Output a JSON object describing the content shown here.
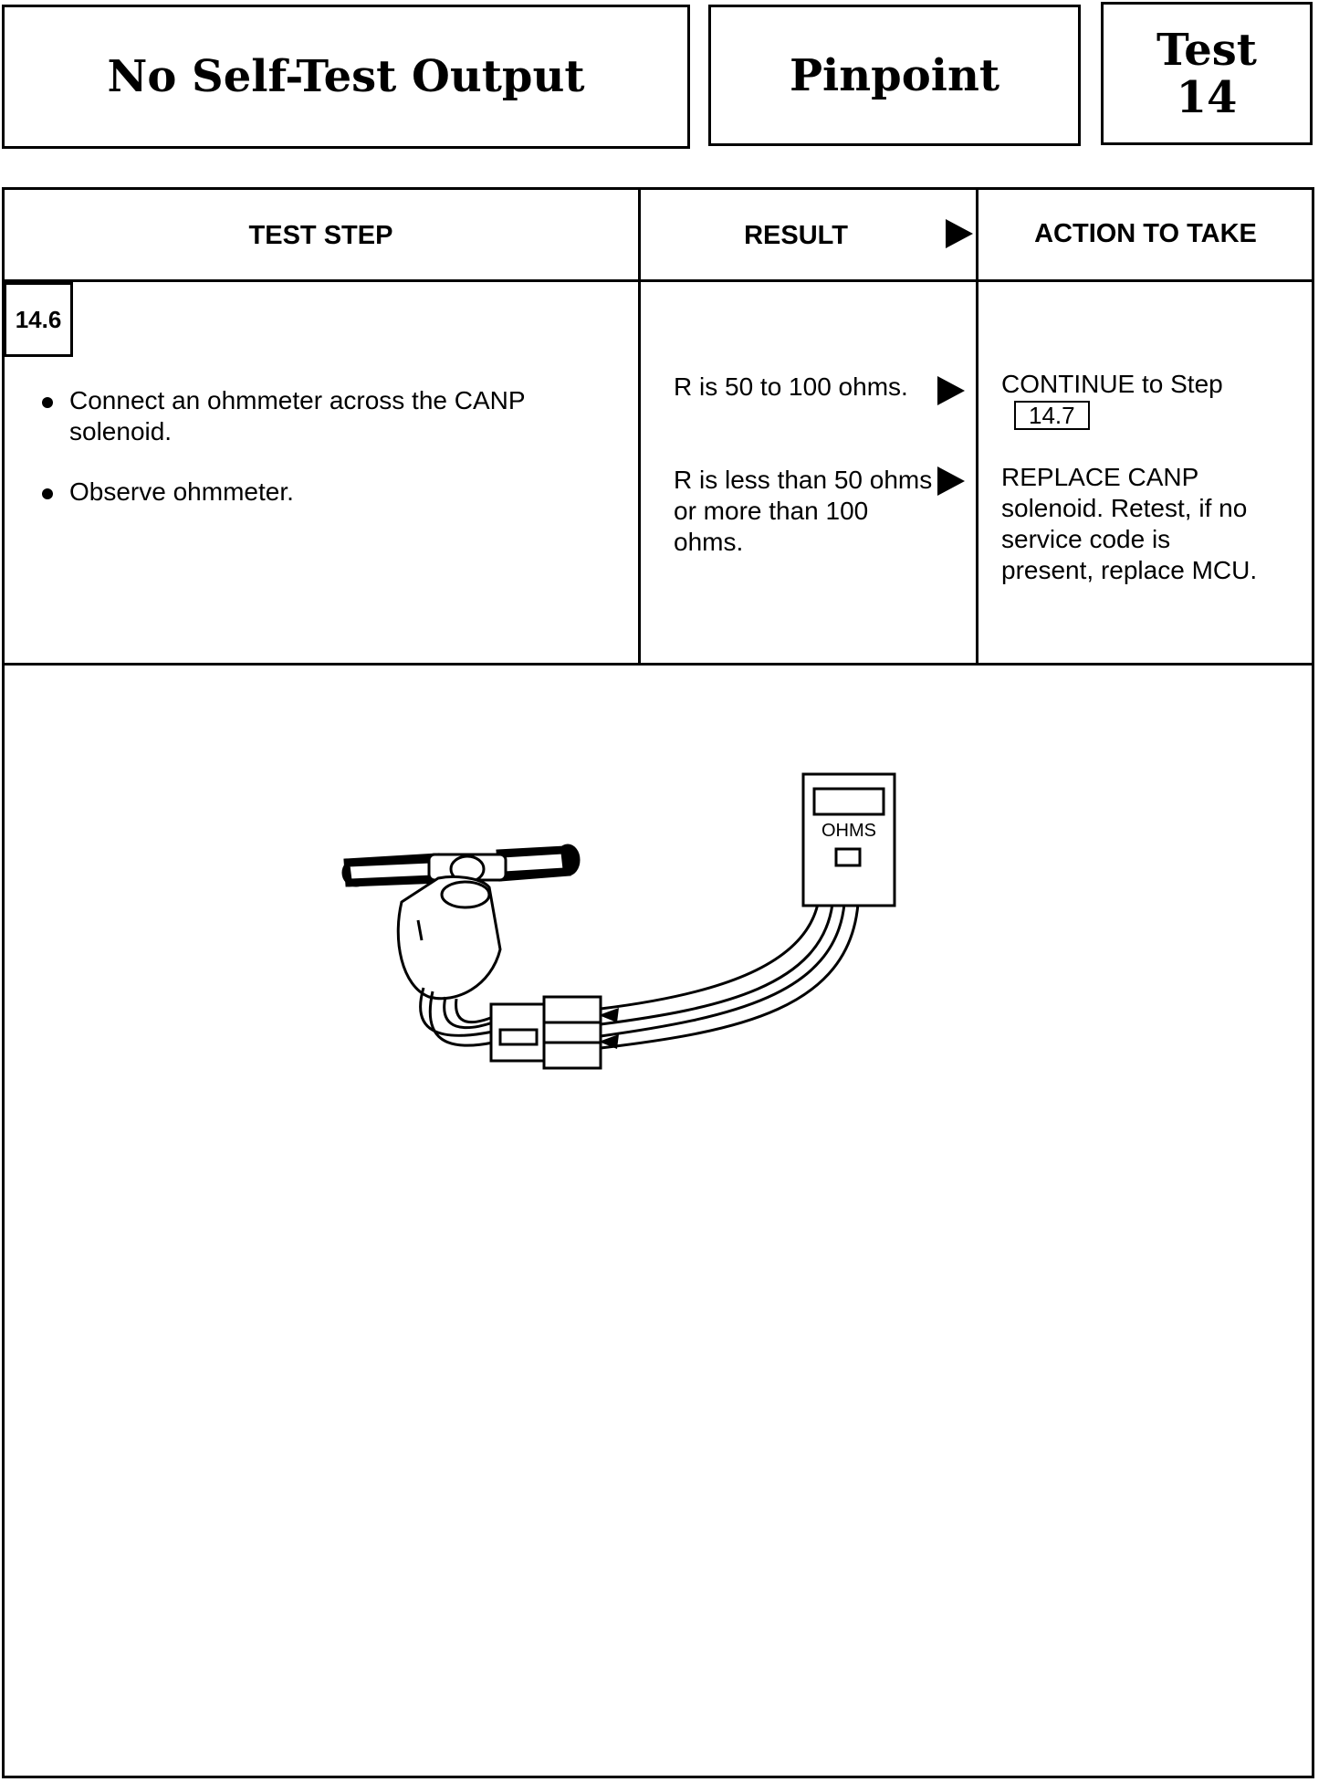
{
  "header": {
    "title": "No Self-Test Output",
    "section": "Pinpoint",
    "test_label": "Test",
    "test_number": "14"
  },
  "table": {
    "col_test_step": "TEST STEP",
    "col_result": "RESULT",
    "col_action": "ACTION TO TAKE",
    "step_number": "14.6",
    "steps": [
      "Connect an ohmmeter across the CANP solenoid.",
      "Observe ohmmeter."
    ],
    "results": [
      {
        "result": "R is 50 to 100 ohms.",
        "action_text": "CONTINUE to Step",
        "action_ref": "14.7"
      },
      {
        "result": "R is less than 50 ohms or more than 100 ohms.",
        "action_text": "REPLACE CANP solenoid. Retest, if no service code is present, replace MCU."
      }
    ]
  },
  "illustration": {
    "meter_label": "OHMS"
  }
}
